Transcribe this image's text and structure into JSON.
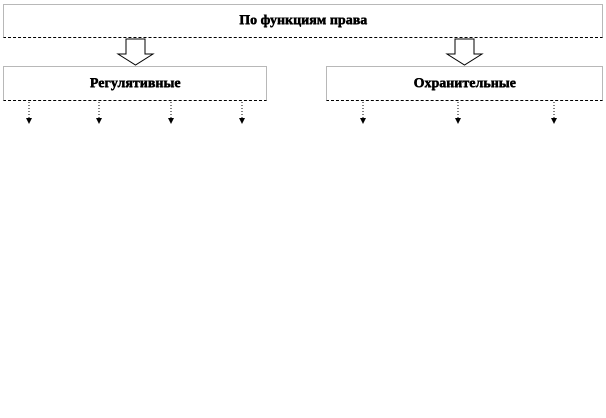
{
  "diagram": {
    "root": {
      "label": "По функциям  права"
    },
    "branches": [
      {
        "label": "Регулятивные",
        "children_count": 4
      },
      {
        "label": "Охранительные",
        "children_count": 3
      }
    ]
  },
  "colors": {
    "box_border": "#b8b8b8",
    "text": "#000000",
    "arrow": "#000000"
  }
}
